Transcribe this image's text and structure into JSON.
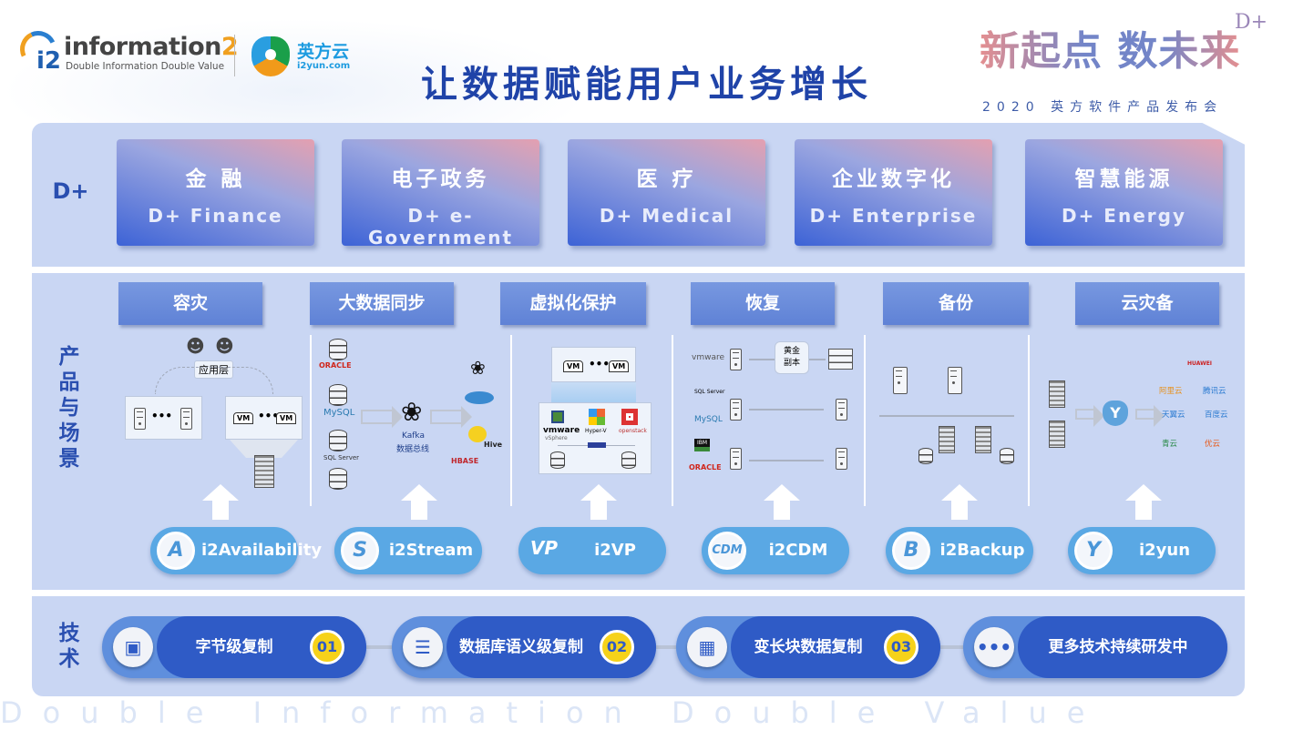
{
  "header": {
    "logo_main_prefix": "i2",
    "logo_main": "information",
    "logo_main_suffix": "2",
    "logo_tagline": "Double Information Double Value",
    "logo2_cn": "英方云",
    "logo2_en": "i2yun.com",
    "title": "让数据赋能用户业务增长",
    "slogan": "新起点 数未来",
    "slogan_mark": "D+",
    "event": "2020 英方软件产品发布会"
  },
  "industries": {
    "label": "D+",
    "items": [
      {
        "cn": "金 融",
        "en": "D+ Finance"
      },
      {
        "cn": "电子政务",
        "en": "D+ e-Government"
      },
      {
        "cn": "医 疗",
        "en": "D+ Medical"
      },
      {
        "cn": "企业数字化",
        "en": "D+ Enterprise"
      },
      {
        "cn": "智慧能源",
        "en": "D+ Energy"
      }
    ]
  },
  "scenarios": {
    "label": "产品与场景",
    "sections": [
      {
        "title": "容灾",
        "product": "i2Availability",
        "icon": "A"
      },
      {
        "title": "大数据同步",
        "product": "i2Stream",
        "icon": "S"
      },
      {
        "title": "虚拟化保护",
        "product": "i2VP",
        "icon": "VP"
      },
      {
        "title": "恢复",
        "product": "i2CDM",
        "icon": "CDM"
      },
      {
        "title": "备份",
        "product": "i2Backup",
        "icon": "B"
      },
      {
        "title": "云灾备",
        "product": "i2yun",
        "icon": "Y"
      }
    ],
    "dr": {
      "app_layer": "应用层",
      "vm": "VM",
      "dots": "•••"
    },
    "stream": {
      "sources": [
        "ORACLE",
        "MySQL",
        "SQL Server"
      ],
      "hub": "Kafka",
      "hub_sub": "数据总线",
      "targets": [
        "Hive",
        "HBASE"
      ]
    },
    "virt": {
      "vm": "VM",
      "dots": "•••",
      "platforms": [
        "vmware",
        "Hyper-V",
        "openstack"
      ],
      "platform_sub": "vSphere"
    },
    "cdm": {
      "sources": [
        "vmware",
        "SQL Server",
        "MySQL",
        "IBM",
        "ORACLE"
      ],
      "golden_copy": "黄金副本"
    },
    "cloud": {
      "providers": [
        "HUAWEI",
        "阿里云",
        "腾讯云",
        "天翼云",
        "百度云",
        "青云",
        "优云"
      ]
    }
  },
  "technology": {
    "label": "技术",
    "items": [
      {
        "label": "字节级复制",
        "num": "01",
        "icon": "document-send-icon"
      },
      {
        "label": "数据库语义级复制",
        "num": "02",
        "icon": "database-icon"
      },
      {
        "label": "变长块数据复制",
        "num": "03",
        "icon": "blocks-icon"
      },
      {
        "label": "更多技术持续研发中",
        "num": "",
        "icon": "more-icon"
      }
    ]
  },
  "watermark": "Double Information Double Value",
  "colors": {
    "title": "#1f43a8",
    "panel": "#c9d6f3",
    "product": "#5aa8e4",
    "tech": "#2f5bc6",
    "badge": "#f6d21a"
  }
}
